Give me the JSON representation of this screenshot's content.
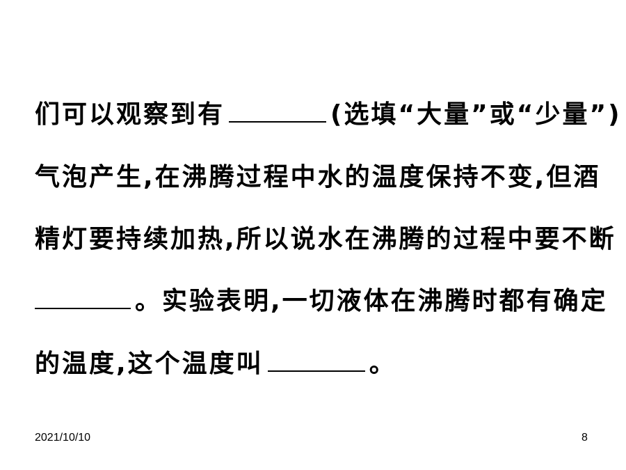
{
  "content": {
    "line1_part1": "们可以观察到有",
    "line1_part2": "(选填“大量”或“少量”)",
    "line2": "气泡产生,在沸腾过程中水的温度保持不变,但酒",
    "line3": "精灯要持续加热,所以说水在沸腾的过程中要不断",
    "line4_part2": "。实验表明,一切液体在沸腾时都有确定",
    "line5_part1": "的温度,这个温度叫",
    "line5_part2": "。"
  },
  "footer": {
    "date": "2021/10/10",
    "page_number": "8"
  }
}
